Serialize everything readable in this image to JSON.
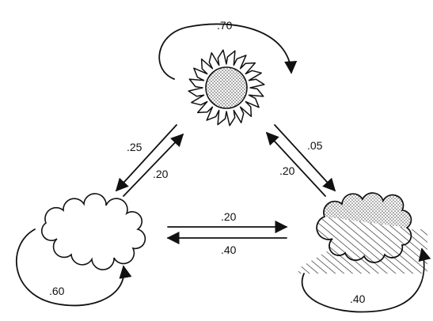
{
  "states": [
    {
      "id": "sunny",
      "icon": "sun-icon"
    },
    {
      "id": "cloudy",
      "icon": "cloud-icon"
    },
    {
      "id": "rainy",
      "icon": "rain-cloud-icon"
    }
  ],
  "transitions": {
    "sun_to_sun": ".70",
    "sun_to_cloud": ".25",
    "cloud_to_sun": ".20",
    "sun_to_rain": ".05",
    "rain_to_sun": ".20",
    "cloud_to_rain": ".20",
    "rain_to_cloud": ".40",
    "cloud_to_cloud": ".60",
    "rain_to_rain": ".40"
  }
}
